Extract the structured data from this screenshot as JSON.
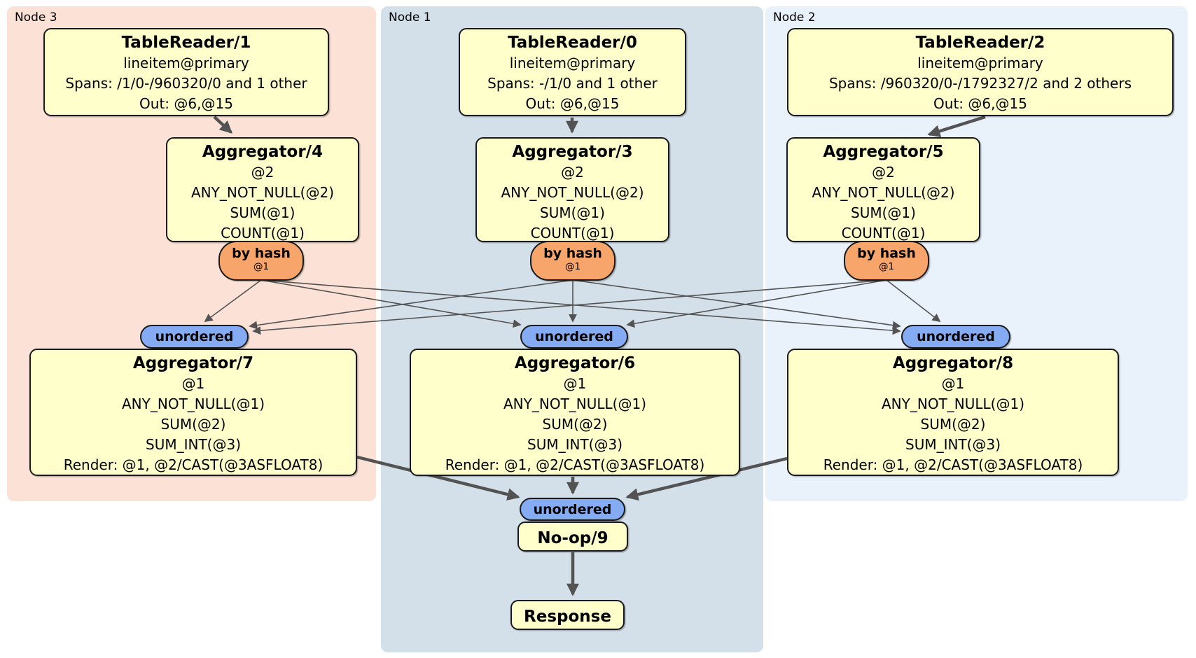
{
  "nodes": [
    {
      "label": "Node 3"
    },
    {
      "label": "Node 1"
    },
    {
      "label": "Node 2"
    }
  ],
  "labels": {
    "router": "by hash",
    "router_col": "@1",
    "sync": "unordered"
  },
  "processors": {
    "tr1": {
      "title": "TableReader/1",
      "lines": [
        "lineitem@primary",
        "Spans: /1/0-/960320/0 and 1 other",
        "Out: @6,@15"
      ]
    },
    "tr0": {
      "title": "TableReader/0",
      "lines": [
        "lineitem@primary",
        "Spans: -/1/0 and 1 other",
        "Out: @6,@15"
      ]
    },
    "tr2": {
      "title": "TableReader/2",
      "lines": [
        "lineitem@primary",
        "Spans: /960320/0-/1792327/2 and 2 others",
        "Out: @6,@15"
      ]
    },
    "agg4": {
      "title": "Aggregator/4",
      "lines": [
        "@2",
        "ANY_NOT_NULL(@2)",
        "SUM(@1)",
        "COUNT(@1)"
      ]
    },
    "agg3": {
      "title": "Aggregator/3",
      "lines": [
        "@2",
        "ANY_NOT_NULL(@2)",
        "SUM(@1)",
        "COUNT(@1)"
      ]
    },
    "agg5": {
      "title": "Aggregator/5",
      "lines": [
        "@2",
        "ANY_NOT_NULL(@2)",
        "SUM(@1)",
        "COUNT(@1)"
      ]
    },
    "agg7": {
      "title": "Aggregator/7",
      "lines": [
        "@1",
        "ANY_NOT_NULL(@1)",
        "SUM(@2)",
        "SUM_INT(@3)",
        "Render: @1, @2/CAST(@3ASFLOAT8)"
      ]
    },
    "agg6": {
      "title": "Aggregator/6",
      "lines": [
        "@1",
        "ANY_NOT_NULL(@1)",
        "SUM(@2)",
        "SUM_INT(@3)",
        "Render: @1, @2/CAST(@3ASFLOAT8)"
      ]
    },
    "agg8": {
      "title": "Aggregator/8",
      "lines": [
        "@1",
        "ANY_NOT_NULL(@1)",
        "SUM(@2)",
        "SUM_INT(@3)",
        "Render: @1, @2/CAST(@3ASFLOAT8)"
      ]
    },
    "noop": {
      "title": "No-op/9"
    },
    "response": {
      "title": "Response"
    }
  },
  "colors": {
    "node3_bg": "#FCE2D6",
    "node1_bg": "#D3E0E9",
    "node2_bg": "#E9F1FA",
    "box_bg": "#FFFFCC",
    "router_bg": "#F8A56C",
    "sync_bg": "#85ABF2",
    "edge": "#535353"
  }
}
